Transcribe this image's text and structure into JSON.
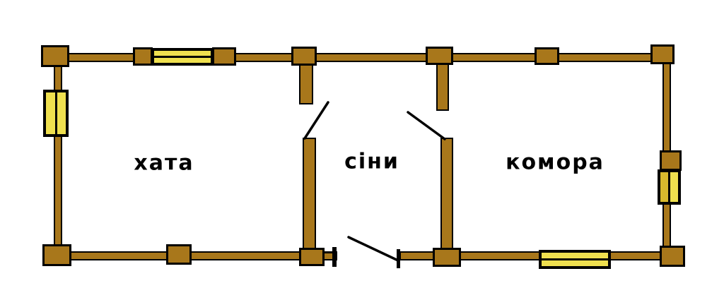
{
  "diagram": {
    "type": "floor-plan",
    "rooms": [
      {
        "id": "khata",
        "label": "хата"
      },
      {
        "id": "sini",
        "label": "сіни"
      },
      {
        "id": "komora",
        "label": "комора"
      }
    ],
    "colors": {
      "wall": "#A8771B",
      "outline": "#000000",
      "window": "#EFE04F",
      "window_dark": "#D8B92D",
      "label": "#000000",
      "background": "#FFFFFF"
    }
  }
}
